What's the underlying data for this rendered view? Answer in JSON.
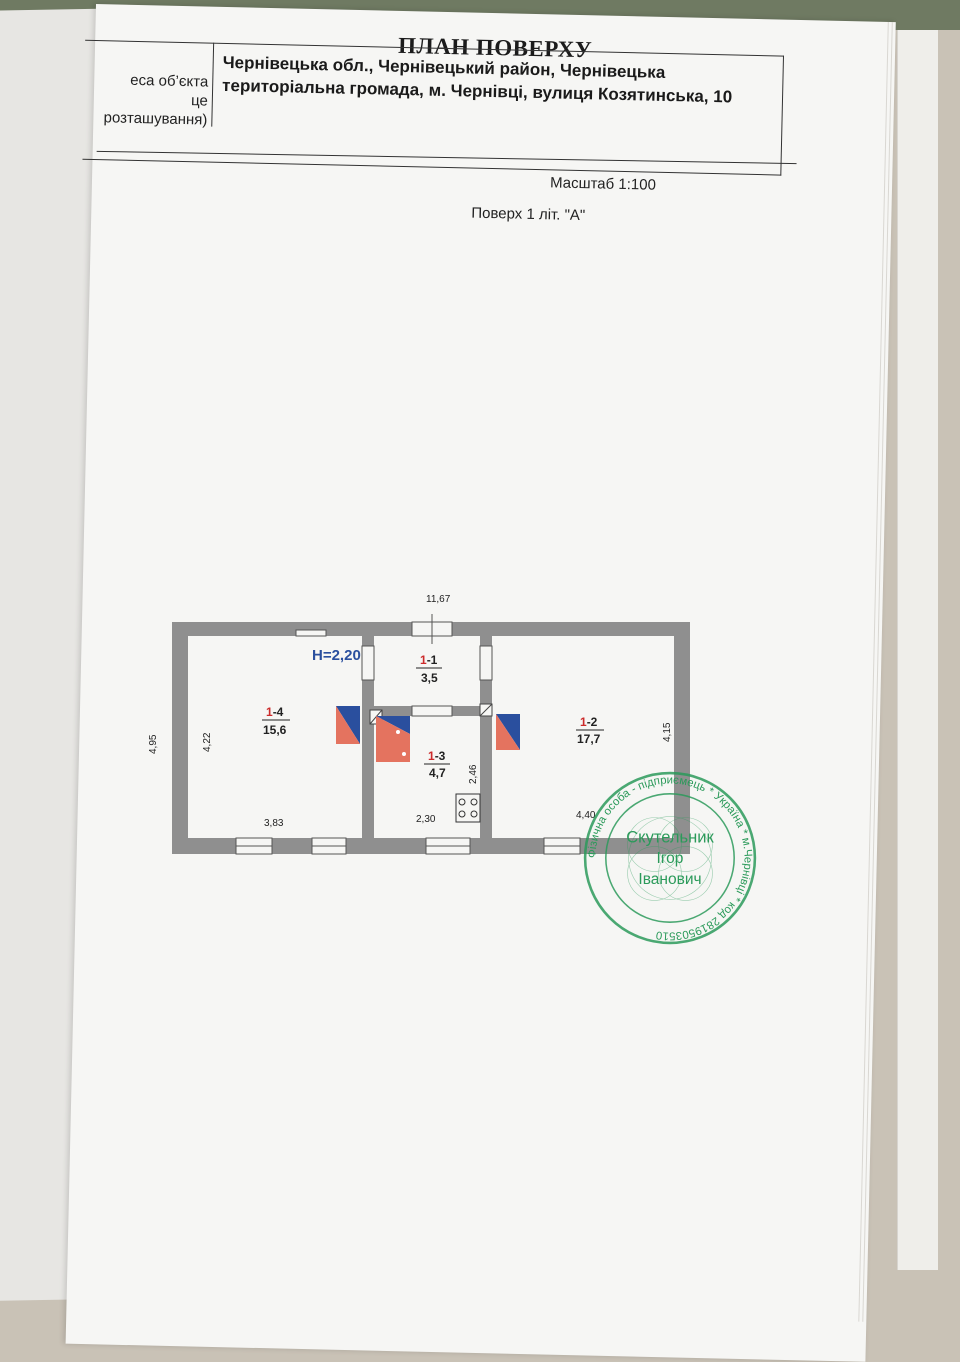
{
  "header": {
    "title": "ПЛАН ПОВЕРХУ",
    "left_label_line1": "еса об’єкта",
    "left_label_line2": "це розташування)",
    "address_line1": "Чернівецька обл., Чернівецький район, Чернівецька",
    "address_line2": "територіальна громада, м. Чернівці, вулиця Козятинська, 10"
  },
  "scale_label": "Масштаб 1:100",
  "floor_label": "Поверх 1 літ. \"А\"",
  "plan": {
    "height_label": "H=2,20",
    "dims": {
      "total_width": "11,67",
      "total_height": "4,95",
      "left_room_height": "4,22",
      "right_room_height": "4,15",
      "left_room_width": "3,83",
      "mid_room_width": "2,30",
      "mid_room_height": "2,46",
      "right_room_width": "4,40"
    },
    "rooms": [
      {
        "id": "room-1-4",
        "num_prefix": "1",
        "num_suffix": "-4",
        "area": "15,6"
      },
      {
        "id": "room-1-1",
        "num_prefix": "1",
        "num_suffix": "-1",
        "area": "3,5"
      },
      {
        "id": "room-1-3",
        "num_prefix": "1",
        "num_suffix": "-3",
        "area": "4,7"
      },
      {
        "id": "room-1-2",
        "num_prefix": "1",
        "num_suffix": "-2",
        "area": "17,7"
      }
    ]
  },
  "stamp": {
    "outer_text": "Фізична особа - підприємець * Україна * м.Чернівці * код 2819503510",
    "line1": "Скутельник",
    "line2": "Ігор",
    "line3": "Іванович"
  },
  "colors": {
    "wall": "#8f8f8f",
    "stove_red": "#e4735f",
    "stove_blue": "#2a4f9e",
    "room_number_red": "#cc2b2b",
    "height_blue": "#2a4f9e",
    "stamp_green": "#2b9a5a"
  }
}
